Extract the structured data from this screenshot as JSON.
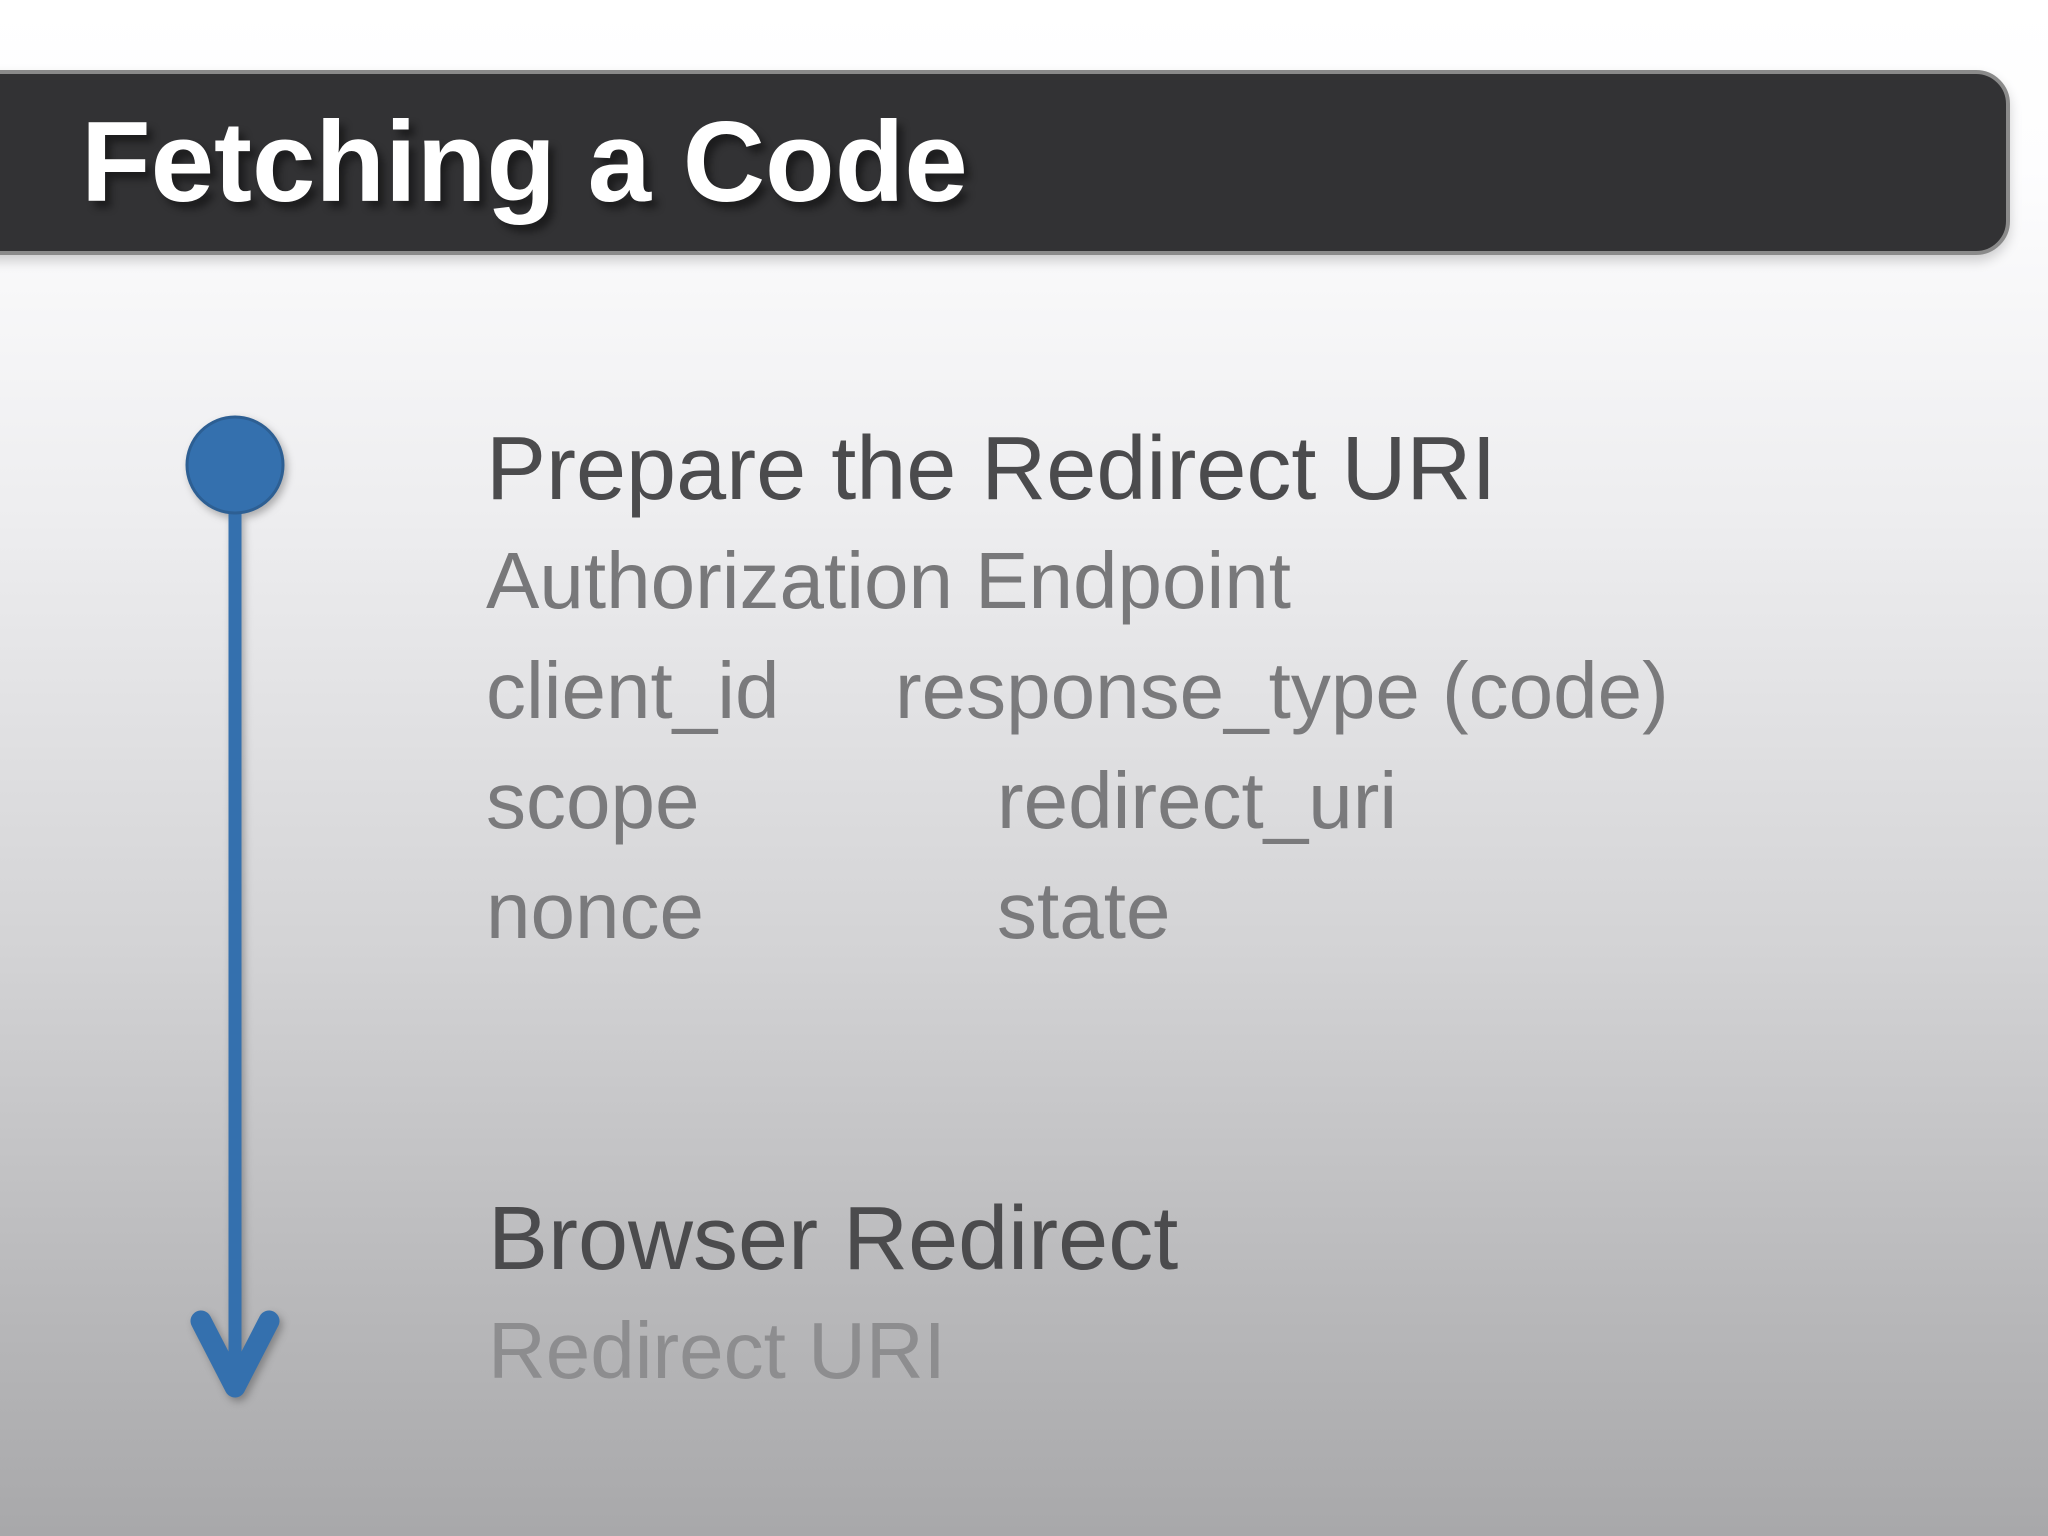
{
  "slide": {
    "title": "Fetching a Code",
    "steps": [
      {
        "heading": "Prepare the Redirect URI",
        "subheading": "Authorization Endpoint",
        "params": [
          {
            "left": "client_id",
            "right": "response_type (code)"
          },
          {
            "left": "scope",
            "right": "redirect_uri"
          },
          {
            "left": "nonce",
            "right": "state"
          }
        ]
      },
      {
        "heading": "Browser Redirect",
        "subheading": "Redirect URI"
      }
    ],
    "colors": {
      "title_bar_bg": "#323234",
      "title_bar_border": "#8a8a8a",
      "title_text": "#ffffff",
      "heading_text": "#4b4b4d",
      "subheading_text": "#78787a",
      "subheading2_text": "#8d8d8f",
      "param_text": "#7a7a7c",
      "accent_blue": "#3470ae",
      "background_top": "#ffffff",
      "background_bottom": "#a8a8aa"
    }
  }
}
